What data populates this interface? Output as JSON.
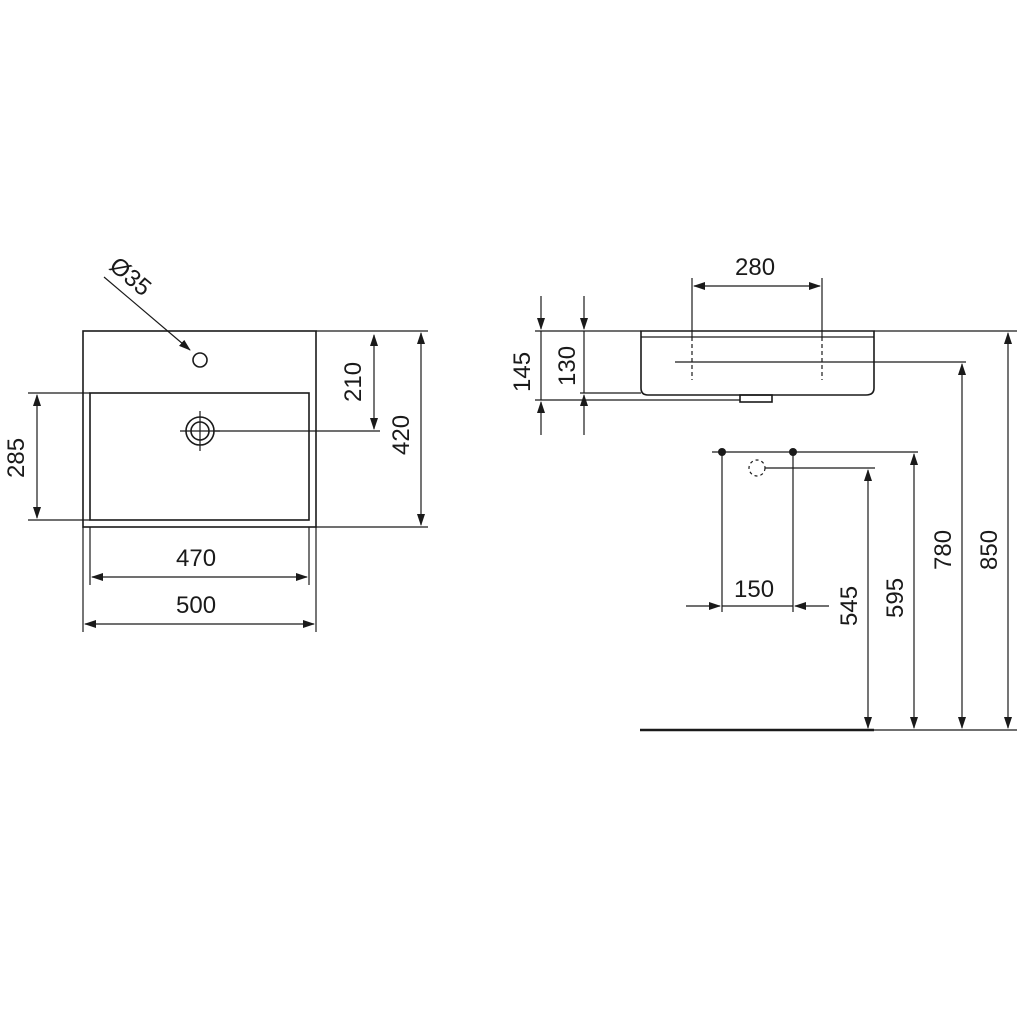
{
  "top_view": {
    "hole_diameter": "Ø35",
    "basin_depth_from_edge": "285",
    "tap_hole_to_drain": "210",
    "overall_depth": "420",
    "inner_width": "470",
    "overall_width": "500"
  },
  "side_view": {
    "fixing_centres": "280",
    "overall_height": "145",
    "rim_height": "130",
    "waste_spacing": "150",
    "dim_545": "545",
    "dim_595": "595",
    "dim_780": "780",
    "dim_850": "850"
  }
}
